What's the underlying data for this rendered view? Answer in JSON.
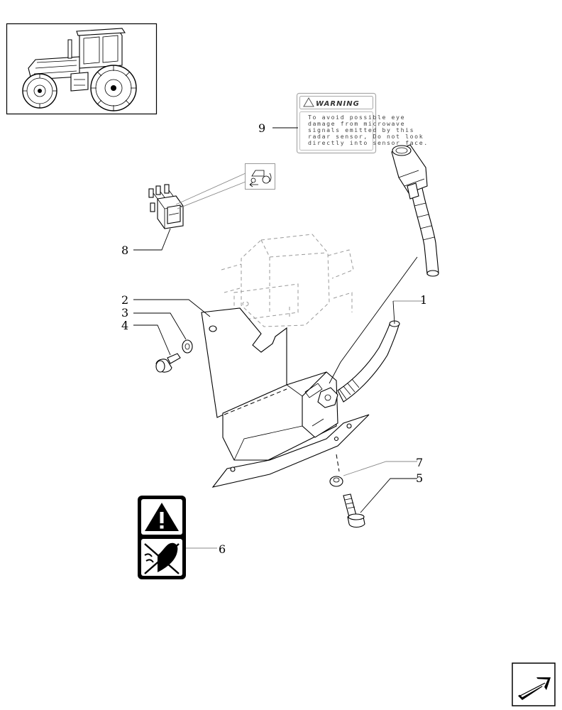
{
  "callouts": [
    {
      "id": "1",
      "label": "1"
    },
    {
      "id": "2",
      "label": "2"
    },
    {
      "id": "3",
      "label": "3"
    },
    {
      "id": "4",
      "label": "4"
    },
    {
      "id": "5",
      "label": "5"
    },
    {
      "id": "6",
      "label": "6"
    },
    {
      "id": "7",
      "label": "7"
    },
    {
      "id": "8",
      "label": "8"
    },
    {
      "id": "9",
      "label": "9"
    }
  ],
  "warning_label": {
    "title": "WARNING",
    "lines": [
      "To avoid possible eye",
      "damage from microwave",
      "signals emitted by this",
      "radar sensor, Do not look",
      "directly into sensor face."
    ]
  },
  "icons": {
    "tractor_thumbnail": "tractor-icon",
    "switch_symbol": "tractor-speed-icon",
    "hazard": "warning-triangle-icon",
    "no_look": "no-eye-icon",
    "next_page": "next-page-arrow-icon"
  }
}
